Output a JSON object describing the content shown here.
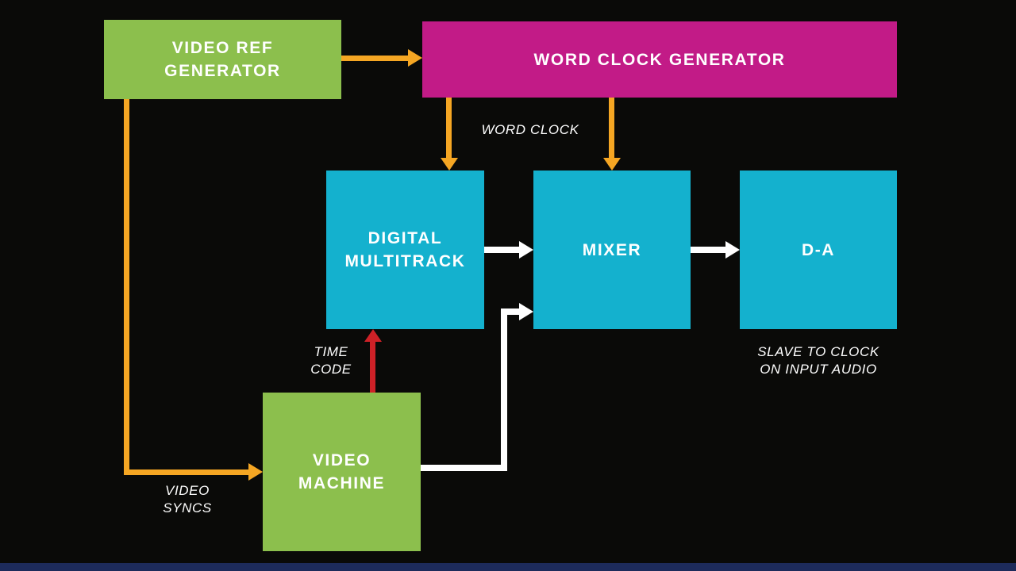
{
  "colors": {
    "background": "#0a0a08",
    "green": "#8CBF4D",
    "magenta": "#C21B87",
    "cyan": "#14B1CE",
    "orange": "#F5A623",
    "red": "#CE2127",
    "footer": "#1D2B5B"
  },
  "nodes": {
    "video_ref_generator": "VIDEO REF\nGENERATOR",
    "word_clock_generator": "WORD CLOCK GENERATOR",
    "digital_multitrack": "DIGITAL\nMULTITRACK",
    "mixer": "MIXER",
    "d_a": "D-A",
    "video_machine": "VIDEO\nMACHINE"
  },
  "labels": {
    "word_clock": "WORD CLOCK",
    "time_code": "TIME\nCODE",
    "video_syncs": "VIDEO\nSYNCS",
    "slave_to_clock": "SLAVE TO CLOCK\nON INPUT AUDIO"
  },
  "edges": [
    {
      "from": "VIDEO REF GENERATOR",
      "to": "WORD CLOCK GENERATOR",
      "color": "orange",
      "label": ""
    },
    {
      "from": "WORD CLOCK GENERATOR",
      "to": "DIGITAL MULTITRACK",
      "color": "orange",
      "label": "WORD CLOCK"
    },
    {
      "from": "WORD CLOCK GENERATOR",
      "to": "MIXER",
      "color": "orange",
      "label": "WORD CLOCK"
    },
    {
      "from": "DIGITAL MULTITRACK",
      "to": "MIXER",
      "color": "white",
      "label": ""
    },
    {
      "from": "MIXER",
      "to": "D-A",
      "color": "white",
      "label": ""
    },
    {
      "from": "VIDEO MACHINE",
      "to": "DIGITAL MULTITRACK",
      "color": "red",
      "label": "TIME CODE"
    },
    {
      "from": "VIDEO REF GENERATOR",
      "to": "VIDEO MACHINE",
      "color": "orange",
      "label": "VIDEO SYNCS"
    },
    {
      "from": "VIDEO MACHINE",
      "to": "MIXER",
      "color": "white",
      "label": ""
    }
  ],
  "annotations": [
    {
      "target": "D-A",
      "text": "SLAVE TO CLOCK ON INPUT AUDIO"
    }
  ]
}
